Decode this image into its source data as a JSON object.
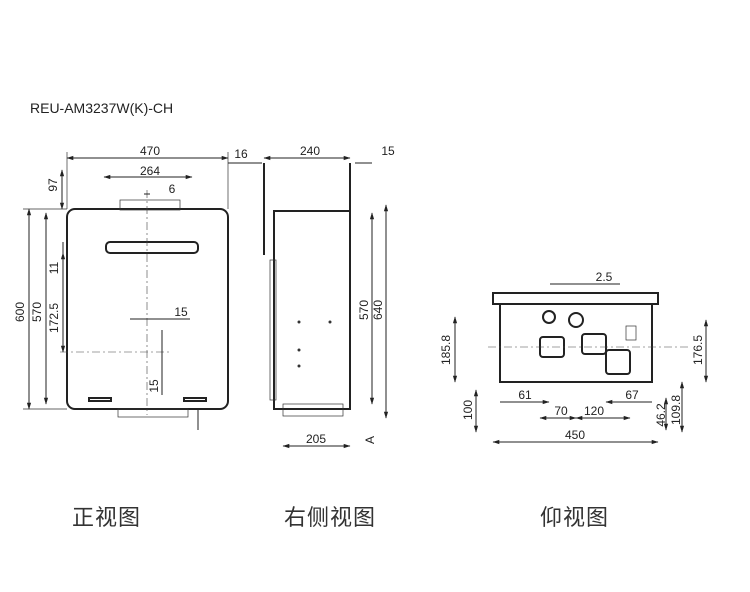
{
  "model_label": "REU-AM3237W(K)-CH",
  "views": {
    "front": {
      "title": "正视图",
      "dims": {
        "width": "470",
        "depth_offset": "16",
        "bracket": "264",
        "six": "6",
        "top": "97",
        "height": "600",
        "inner": "570",
        "v172": "172.5",
        "eleven": "11",
        "fifteen_h": "15",
        "fifteen_v": "15"
      }
    },
    "side": {
      "title": "右侧视图",
      "dims": {
        "depth": "240",
        "fifteen": "15",
        "h570": "570",
        "h640": "640",
        "bottom": "205",
        "marker": "A"
      }
    },
    "bottom": {
      "title": "仰视图",
      "dims": {
        "d2_5": "2.5",
        "d185_8": "185.8",
        "d176_5": "176.5",
        "d61": "61",
        "d67": "67",
        "d100": "100",
        "d70": "70",
        "d120": "120",
        "d46_2": "46.2",
        "d109_8": "109.8",
        "d450": "450"
      }
    }
  }
}
